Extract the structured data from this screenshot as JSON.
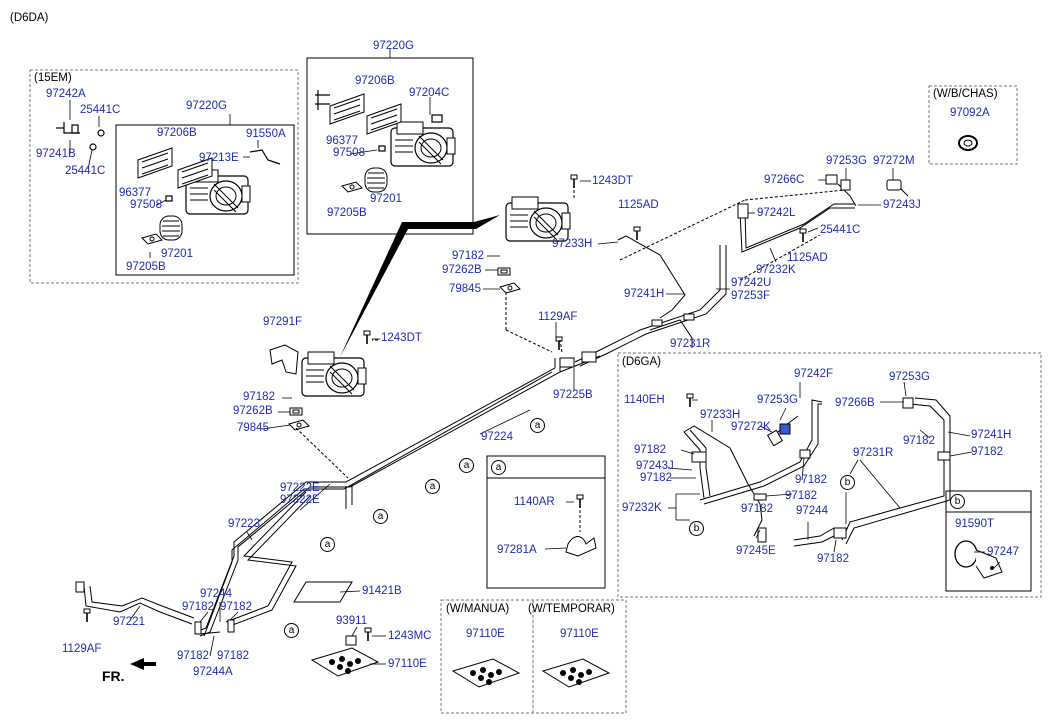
{
  "header": {
    "model_code": "(D6DA)"
  },
  "boxes": {
    "b15em": {
      "title": "(15EM)"
    },
    "wbchas": {
      "title": "(W/B/CHAS)"
    },
    "d6ga": {
      "title": "(D6GA)"
    },
    "detail_a": {
      "title": "a"
    },
    "detail_b": {
      "title": "b"
    },
    "wmanua": {
      "title": "(W/MANUA)"
    },
    "wtemporar": {
      "title": "(W/TEMPORAR)"
    }
  },
  "labels": {
    "t15_97242A": "97242A",
    "t15_25441C": "25441C",
    "t15_97220G": "97220G",
    "t15_97206B": "97206B",
    "t15_91550A": "91550A",
    "t15_97241B": "97241B",
    "t15_97213E": "97213E",
    "t15_25441C_2": "25441C",
    "t15_96377": "96377",
    "t15_97508": "97508",
    "t15_97201": "97201",
    "t15_97205B": "97205B",
    "tm_97220G": "97220G",
    "tm_97206B": "97206B",
    "tm_97204C": "97204C",
    "tm_96377": "96377",
    "tm_97508": "97508",
    "tm_97201": "97201",
    "tm_97205B": "97205B",
    "wb_97092A": "97092A",
    "m_1243DT_a": "1243DT",
    "m_1125AD_a": "1125AD",
    "m_97182_a": "97182",
    "m_97233H": "97233H",
    "m_97262B_a": "97262B",
    "m_79845_a": "79845",
    "m_97241H": "97241H",
    "m_97242U": "97242U",
    "m_97253F": "97253F",
    "m_1129AF_a": "1129AF",
    "m_97231R": "97231R",
    "m_97291F": "97291F",
    "m_1243DT_b": "1243DT",
    "m_97182_b": "97182",
    "m_97262B_b": "97262B",
    "m_79845_b": "79845",
    "m_97225B": "97225B",
    "m_97224": "97224",
    "m_97222E": "97222E",
    "m_97322E": "97322E",
    "m_97223": "97223",
    "m_97221": "97221",
    "m_97244": "97244",
    "m_97182_c": "97182",
    "m_97182_d": "97182",
    "m_97182_e": "97182",
    "m_97182_f": "97182",
    "m_97244A": "97244A",
    "m_1129AF_b": "1129AF",
    "m_91421B": "91421B",
    "m_93911": "93911",
    "m_1243MC": "1243MC",
    "m_97110E": "97110E",
    "r_97266C": "97266C",
    "r_97253G": "97253G",
    "r_97272M": "97272M",
    "r_97243J": "97243J",
    "r_97242L": "97242L",
    "r_25441C": "25441C",
    "r_1125AD": "1125AD",
    "r_97232K": "97232K",
    "a_1140AR": "1140AR",
    "a_97281A": "97281A",
    "g_97242F": "97242F",
    "g_97253G_a": "97253G",
    "g_1140EH": "1140EH",
    "g_97253G_b": "97253G",
    "g_97266B": "97266B",
    "g_97233H": "97233H",
    "g_97272K": "97272K",
    "g_97182_a": "97182",
    "g_97241H": "97241H",
    "g_97182_b": "97182",
    "g_97243J": "97243J",
    "g_97182_c": "97182",
    "g_97231R": "97231R",
    "g_97182_d": "97182",
    "g_97182_e": "97182",
    "g_97182_f": "97182",
    "g_97232K": "97232K",
    "g_97182_g": "97182",
    "g_97244": "97244",
    "g_97245E": "97245E",
    "g_97182_h": "97182",
    "b_91590T": "91590T",
    "b_97247": "97247",
    "wm_97110E": "97110E",
    "wt_97110E": "97110E",
    "fr": "FR."
  },
  "callouts": {
    "a": "a",
    "b": "b"
  },
  "colors": {
    "label": "#1f2bb8",
    "line": "#000000",
    "frame": "#777777"
  }
}
